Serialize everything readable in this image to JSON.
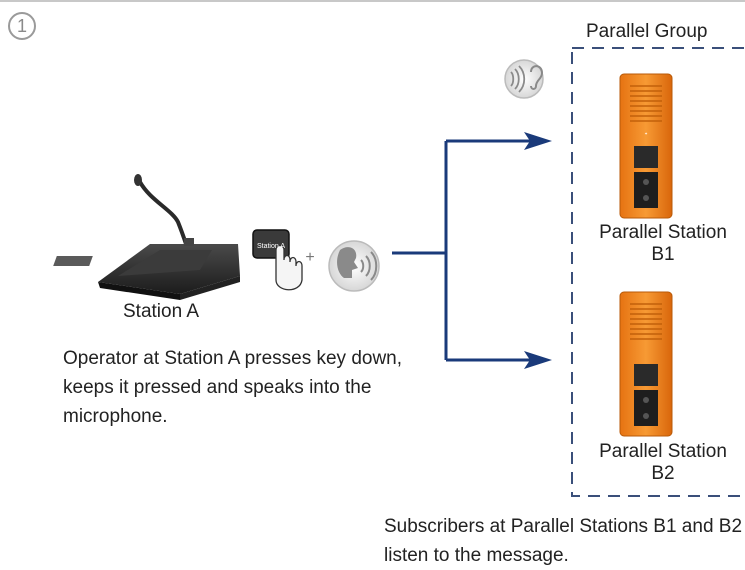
{
  "step_number": "1",
  "group": {
    "title": "Parallel Group"
  },
  "station_a": {
    "label": "Station A",
    "key_label": "Station A"
  },
  "plus_sign": "+",
  "operator_text": "Operator at Station A presses key down, keeps it pressed and speaks into the microphone.",
  "station_b1": {
    "label_line1": "Parallel Station",
    "label_line2": "B1"
  },
  "station_b2": {
    "label_line1": "Parallel Station",
    "label_line2": "B2"
  },
  "subscribers_text": "Subscribers at Parallel Stations B1 and B2 listen to the message.",
  "colors": {
    "arrow": "#1a3a7a",
    "group_border": "#3a4f7a",
    "station_orange": "#f08a1e",
    "icon_gray": "#9a9a9a"
  },
  "icons": {
    "listen": "ear-listen-icon",
    "speak": "speaking-head-icon",
    "hand": "pointing-hand-icon"
  }
}
